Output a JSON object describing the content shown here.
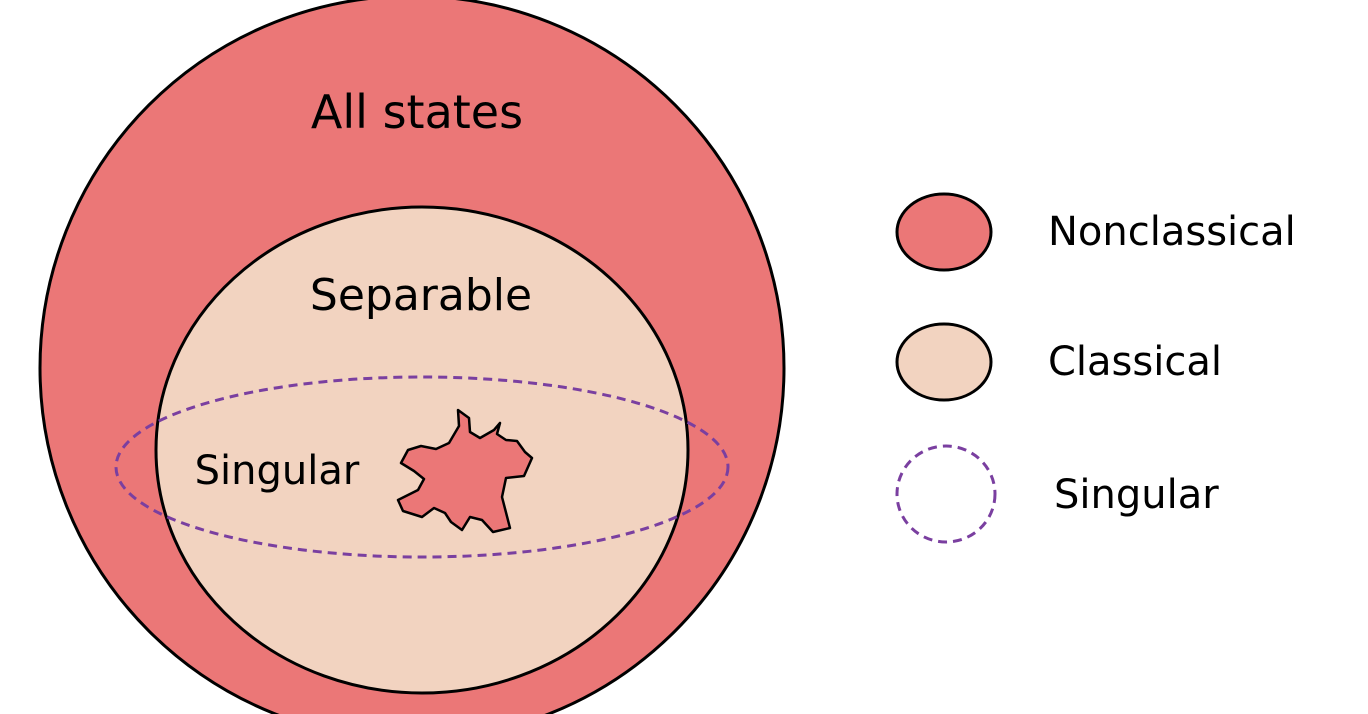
{
  "diagram": {
    "labels": {
      "all_states": "All states",
      "separable": "Separable",
      "singular": "Singular"
    },
    "legend": [
      {
        "label": "Nonclassical",
        "style": "filled",
        "color": "#eb7777"
      },
      {
        "label": "Classical",
        "style": "filled",
        "color": "#f2d3c0"
      },
      {
        "label": "Singular",
        "style": "dashed",
        "color": "#7a3fa0"
      }
    ],
    "colors": {
      "nonclassical_fill": "#eb7777",
      "classical_fill": "#f2d3c0",
      "singular_dash": "#7a3fa0",
      "outline": "#000000"
    }
  }
}
